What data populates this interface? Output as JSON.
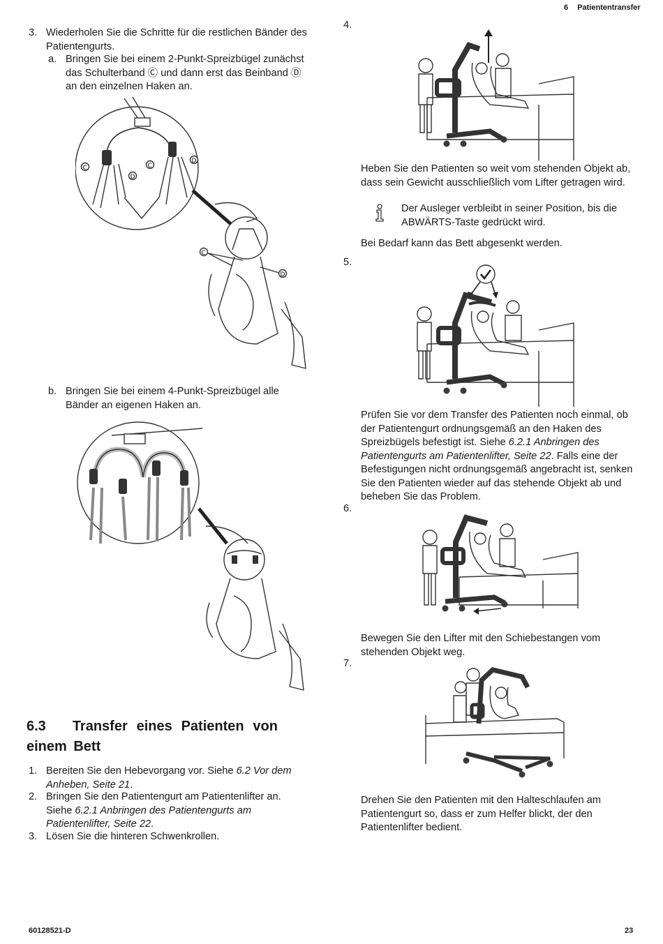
{
  "header": {
    "chapter_number": "6",
    "chapter_title": "Patiententransfer"
  },
  "left": {
    "step3": {
      "number": "3.",
      "text": "Wiederholen Sie die Schritte für die restlichen Bänder des Patientengurts.",
      "a": {
        "label": "a.",
        "line1": "Bringen Sie bei einem 2-Punkt-Spreizbügel zunächst",
        "line2": "das Schulterband Ⓒ und dann erst das Beinband Ⓓ",
        "line3": "an den einzelnen Haken an."
      },
      "b": {
        "label": "b.",
        "text": "Bringen Sie bei einem 4-Punkt-Spreizbügel alle Bänder an eigenen Haken an."
      }
    },
    "callouts": {
      "c": "C",
      "d": "D"
    },
    "section": {
      "number": "6.3",
      "title_line1": "Transfer eines Patienten von",
      "title_line2": "einem Bett"
    },
    "list": [
      {
        "number": "1.",
        "text": "Bereiten Sie den Hebevorgang vor. Siehe",
        "ref": "6.2 Vor dem Anheben, Seite 21",
        "end": "."
      },
      {
        "number": "2.",
        "text": "Bringen Sie den Patientengurt am Patientenlifter an. Siehe",
        "ref": "6.2.1 Anbringen des Patientengurts am Patientenlifter, Seite 22",
        "end": "."
      },
      {
        "number": "3.",
        "text": "Lösen Sie die hinteren Schwenkrollen."
      }
    ]
  },
  "right": {
    "step4": {
      "number": "4.",
      "text": "Heben Sie den Patienten so weit vom stehenden Objekt ab, dass sein Gewicht ausschließlich vom Lifter getragen wird.",
      "note": "Der Ausleger verbleibt in seiner Position, bis die ABWÄRTS-Taste gedrückt wird.",
      "note_icon": "info-icon",
      "extra": "Bei Bedarf kann das Bett abgesenkt werden."
    },
    "step5": {
      "number": "5.",
      "check_icon": "checkmark-icon",
      "text_before": "Prüfen Sie vor dem Transfer des Patienten noch einmal, ob der Patientengurt ordnungsgemäß an den Haken des Spreizbügels befestigt ist. Siehe",
      "ref": "6.2.1 Anbringen des Patientengurts am Patientenlifter, Seite 22",
      "text_after": ". Falls eine der Befestigungen nicht ordnungsgemäß angebracht ist, senken Sie den Patienten wieder auf das stehende Objekt ab und beheben Sie das Problem."
    },
    "step6": {
      "number": "6.",
      "text": "Bewegen Sie den Lifter mit den Schiebestangen vom stehenden Objekt weg."
    },
    "step7": {
      "number": "7.",
      "text": "Drehen Sie den Patienten mit den Halteschlaufen am Patientengurt so, dass er zum Helfer blickt, der den Patientenlifter bedient."
    }
  },
  "footer": {
    "doc_id": "60128521-D",
    "page": "23"
  }
}
